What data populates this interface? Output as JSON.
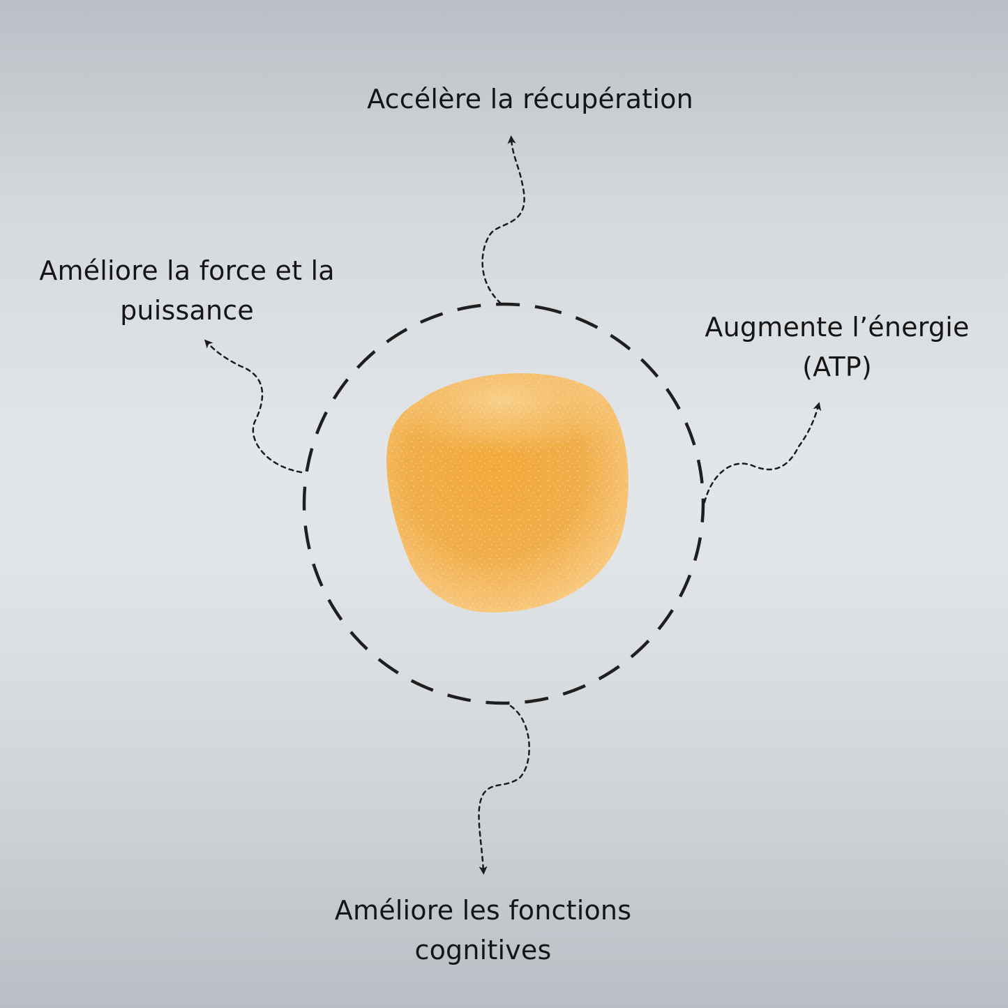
{
  "benefits": {
    "top": {
      "lines": [
        "Accélère la récupération"
      ]
    },
    "left": {
      "lines": [
        "Améliore la force et la",
        "puissance"
      ]
    },
    "right": {
      "lines": [
        "Augmente l’énergie",
        "(ATP)"
      ]
    },
    "bottom": {
      "lines": [
        "Améliore les fonctions",
        "cognitives"
      ]
    }
  },
  "icons": {
    "center": "gummy-candy",
    "connector": "dashed-curved-arrow"
  },
  "colors": {
    "text": "#151515",
    "dashed_ring": "#1f1f1f",
    "gummy_light": "#f7c878",
    "gummy_main": "#f0a93e",
    "gummy_dark": "#e39a2e",
    "background_light": "#e3e6e9",
    "background_dark": "#b9bfc5"
  }
}
